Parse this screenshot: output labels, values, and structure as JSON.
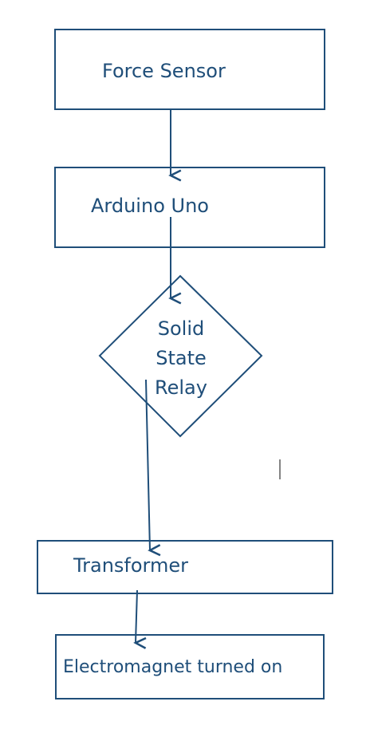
{
  "colors": {
    "stroke": "#1f4e79",
    "text": "#1f4e79",
    "background": "#ffffff"
  },
  "nodes": {
    "force_sensor": {
      "label": "Force Sensor",
      "shape": "rectangle"
    },
    "arduino_uno": {
      "label": "Arduino Uno",
      "shape": "rectangle"
    },
    "solid_state_relay": {
      "label_lines": [
        "Solid",
        "State",
        "Relay"
      ],
      "shape": "diamond"
    },
    "transformer": {
      "label": "Transformer",
      "shape": "rectangle"
    },
    "electromagnet": {
      "label": "Electromagnet turned on",
      "shape": "rectangle"
    }
  },
  "edges": [
    {
      "from": "force_sensor",
      "to": "arduino_uno"
    },
    {
      "from": "arduino_uno",
      "to": "solid_state_relay"
    },
    {
      "from": "solid_state_relay",
      "to": "transformer"
    },
    {
      "from": "transformer",
      "to": "electromagnet"
    }
  ]
}
